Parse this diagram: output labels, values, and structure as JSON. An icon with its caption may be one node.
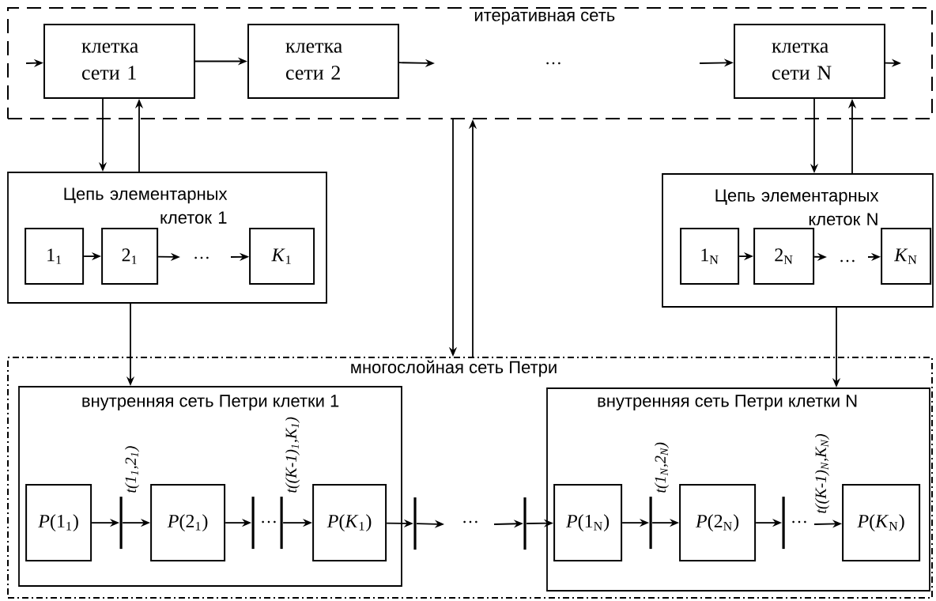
{
  "diagram": {
    "nodes": [
      {
        "text": [
          "итеративная сеть"
        ]
      },
      {
        "text": [
          "клетка сети 1"
        ],
        "in": 0
      },
      {
        "text": [
          "клетка сети 2"
        ],
        "in": 0
      },
      {
        "text": [
          "клетка сети N"
        ],
        "in": 0
      },
      {
        "text": [
          "Цепь элементарных клеток 1"
        ]
      },
      {
        "text": [
          "1$_{1}$"
        ],
        "in": 4
      },
      {
        "text": [
          "2$_{1}$"
        ],
        "in": 4
      },
      {
        "text": [
          "*K*$_{1}$"
        ],
        "in": 4
      },
      {
        "text": [
          "Цепь элементарных клеток N"
        ]
      },
      {
        "text": [
          "1$_{N}$"
        ],
        "in": 8
      },
      {
        "text": [
          "2$_{N}$"
        ],
        "in": 8
      },
      {
        "text": [
          "*K*$_{N}$"
        ],
        "in": 8
      },
      {
        "text": [
          "многослойная сеть Петри"
        ]
      },
      {
        "text": [
          "внутренняя сеть Петри клетки 1"
        ],
        "in": 12
      },
      {
        "text": [
          "*P*(1$_{1}$)"
        ],
        "in": 13
      },
      {
        "text": [],
        "shape": "bar",
        "in": 13,
        "beside": [
          "t(1$_{1}$,2$_{1}$)"
        ]
      },
      {
        "text": [
          "*P*(2$_{1}$)"
        ],
        "in": 13
      },
      {
        "text": [],
        "shape": "bar",
        "in": 13
      },
      {
        "text": [],
        "shape": "bar",
        "in": 13,
        "beside": [
          "t((K-1)$_{1}$,K$_{1}$)"
        ]
      },
      {
        "text": [
          "*P*(*K*$_{1}$)"
        ],
        "in": 13
      },
      {
        "text": [],
        "shape": "bar",
        "in": 12
      },
      {
        "text": [],
        "shape": "bar",
        "in": 12
      },
      {
        "text": [
          "внутренняя сеть Петри клетки N"
        ],
        "in": 12
      },
      {
        "text": [
          "*P*(1$_{N}$)"
        ],
        "in": 22
      },
      {
        "text": [],
        "shape": "bar",
        "in": 22,
        "beside": [
          "t(1$_{N}$,2$_{N}$)"
        ]
      },
      {
        "text": [
          "*P*(2$_{N}$)"
        ],
        "in": 22
      },
      {
        "text": [],
        "shape": "bar",
        "in": 22
      },
      {
        "text": [
          "*P*(*K*$_{N}$)"
        ],
        "in": 22
      }
    ],
    "edges": [
      {
        "from": null,
        "to": 1,
        "arrow": "to"
      },
      {
        "from": 1,
        "to": 2,
        "arrow": "to"
      },
      {
        "from": 2,
        "to": null,
        "arrow": "to"
      },
      {
        "from": null,
        "to": 3,
        "arrow": "to"
      },
      {
        "from": 3,
        "to": null,
        "arrow": "to"
      },
      {
        "from": 1,
        "to": 4,
        "arrow": "to"
      },
      {
        "from": 4,
        "to": 1,
        "arrow": "to"
      },
      {
        "from": 3,
        "to": 8,
        "arrow": "to"
      },
      {
        "from": 8,
        "to": 3,
        "arrow": "to"
      },
      {
        "from": 0,
        "to": 12,
        "arrow": "to"
      },
      {
        "from": 12,
        "to": 0,
        "arrow": "to"
      },
      {
        "from": 5,
        "to": 6,
        "arrow": "to"
      },
      {
        "from": 6,
        "to": null,
        "arrow": "to"
      },
      {
        "from": null,
        "to": 7,
        "arrow": "to"
      },
      {
        "from": 9,
        "to": 10,
        "arrow": "to"
      },
      {
        "from": 10,
        "to": null,
        "arrow": "to"
      },
      {
        "from": null,
        "to": 11,
        "arrow": "to"
      },
      {
        "from": 4,
        "to": 13,
        "arrow": "to"
      },
      {
        "from": 8,
        "to": 22,
        "arrow": "to"
      },
      {
        "from": 14,
        "to": 15,
        "arrow": "to"
      },
      {
        "from": 15,
        "to": 16,
        "arrow": "to"
      },
      {
        "from": 16,
        "to": 17,
        "arrow": "to"
      },
      {
        "from": 18,
        "to": 19,
        "arrow": "to"
      },
      {
        "from": 19,
        "to": 20,
        "arrow": "to"
      },
      {
        "from": 20,
        "to": null,
        "arrow": "to"
      },
      {
        "from": null,
        "to": 21,
        "arrow": "to"
      },
      {
        "from": 21,
        "to": 23,
        "arrow": "to"
      },
      {
        "from": 23,
        "to": 24,
        "arrow": "to"
      },
      {
        "from": 24,
        "to": 25,
        "arrow": "to"
      },
      {
        "from": 25,
        "to": 26,
        "arrow": "to"
      },
      {
        "from": null,
        "to": 27,
        "arrow": "to",
        "label": "t((K-1)$_{N}$,K$_{N}$)"
      }
    ],
    "labels": [
      "…",
      "…",
      "…",
      "…",
      "…",
      "…"
    ]
  }
}
